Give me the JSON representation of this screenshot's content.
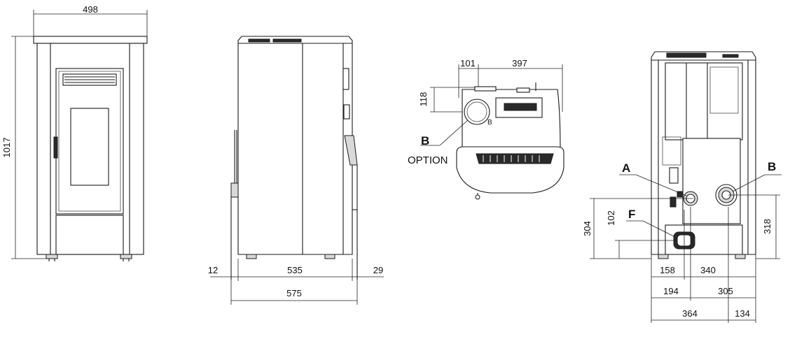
{
  "front_view": {
    "width_dim": "498",
    "height_dim": "1017"
  },
  "side_view": {
    "dim_left_offset": "12",
    "dim_depth": "535",
    "dim_right_offset": "29",
    "dim_total_depth": "575"
  },
  "top_view": {
    "dim_flue_offset": "101",
    "dim_flue_to_back": "397",
    "dim_flue_from_back": "118",
    "flue_label": "B",
    "flue_small_label": "B",
    "option_label": "OPTION"
  },
  "rear_view": {
    "label_a": "A",
    "label_b": "B",
    "label_f": "F",
    "dim_a_height": "304",
    "dim_f_height": "102",
    "dim_b_height": "318",
    "dim_f_x": "158",
    "dim_b_x": "340",
    "dim_a_x": "194",
    "dim_a_to_right": "305",
    "dim_b_total": "364",
    "dim_b_to_right": "134"
  }
}
